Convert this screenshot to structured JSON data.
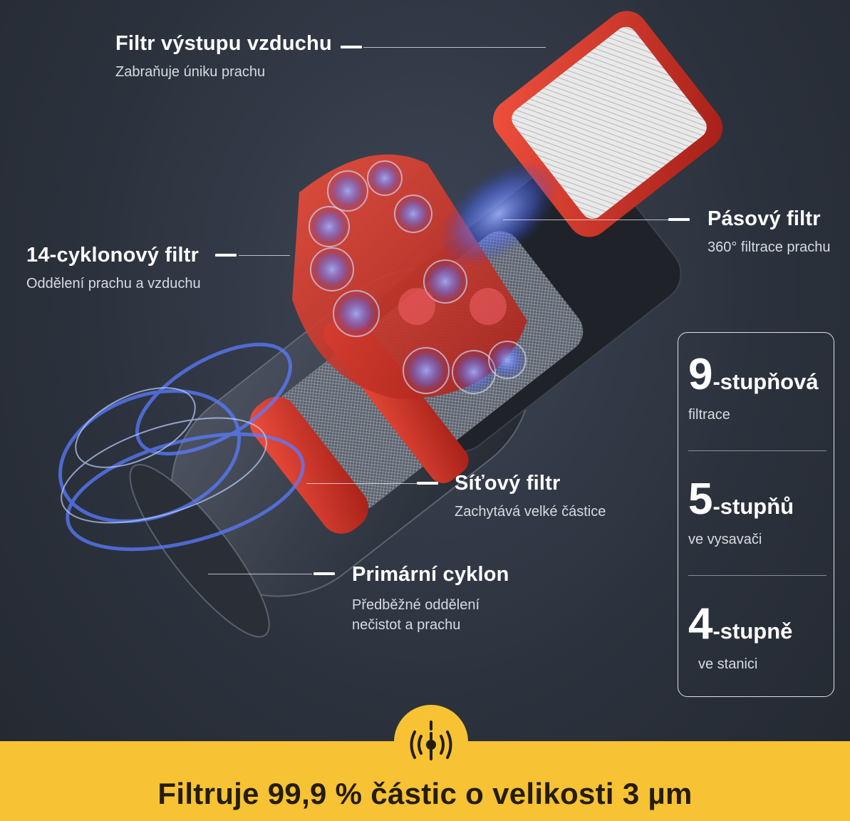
{
  "callouts": {
    "outlet_filter": {
      "title": "Filtr výstupu vzduchu",
      "subtitle": "Zabraňuje úniku prachu"
    },
    "cyclone14": {
      "title": "14-cyklonový filtr",
      "subtitle": "Oddělení prachu a vzduchu"
    },
    "belt_filter": {
      "title": "Pásový filtr",
      "subtitle": "360° filtrace prachu"
    },
    "mesh_filter": {
      "title": "Síťový filtr",
      "subtitle": "Zachytává velké částice"
    },
    "primary_cyclone": {
      "title": "Primární cyklon",
      "subtitle_line1": "Předběžné oddělení",
      "subtitle_line2": "nečistot a prachu"
    }
  },
  "stats": [
    {
      "number": "9",
      "word": "-stupňová",
      "desc": "filtrace"
    },
    {
      "number": "5",
      "word": "-stupňů",
      "desc": "ve vysavači"
    },
    {
      "number": "4",
      "word": "-stupně",
      "desc": "ve stanici"
    }
  ],
  "banner": {
    "text": "Filtruje 99,9 % částic o velikosti 3 µm",
    "icon": "airflow-signal-icon"
  },
  "colors": {
    "accent_red": "#d93a2b",
    "banner_yellow": "#f7c233",
    "cyclone_blue": "#5a7cff",
    "background": "#2c323d"
  }
}
